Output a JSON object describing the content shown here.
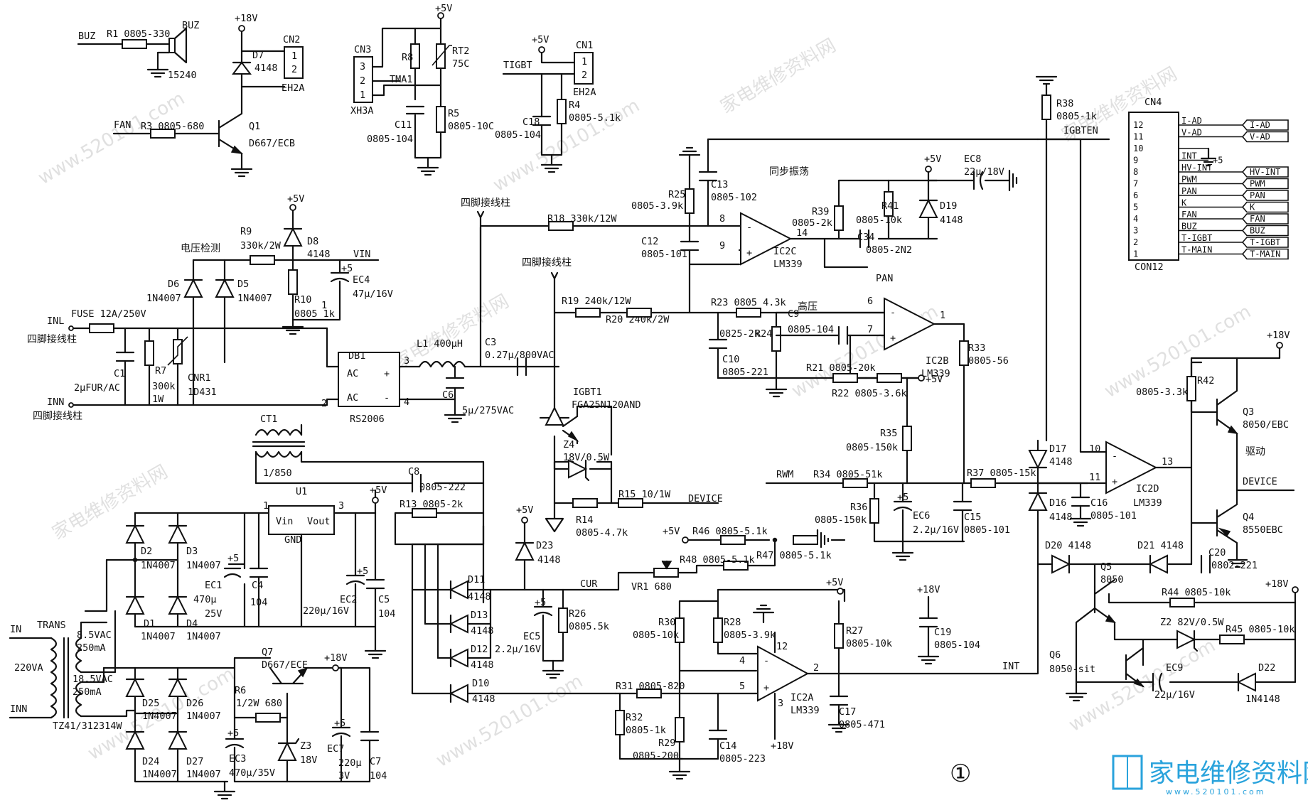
{
  "figure_number": "①",
  "watermarks": [
    "家电维修资料网",
    "www.520101.com"
  ],
  "logo": {
    "text": "家电维修资料网",
    "sub": "www.520101.com",
    "colors": {
      "accent": "#2aa3dc"
    }
  },
  "nets": {
    "buz": "BUZ",
    "fan": "FAN",
    "tigbt": "TIGBT",
    "tma1": "TMA1",
    "vin": "VIN",
    "cur": "CUR",
    "device": "DEVICE",
    "igbten": "IGBTEN",
    "pan": "PAN",
    "rwm": "RWM",
    "int": "INT",
    "inl": "INL",
    "inn": "INN",
    "in": "IN",
    "inn2": "INN",
    "ac220": "220VA",
    "drive": "驱动",
    "sync": "同步振荡",
    "hv": "高压",
    "v_detect": "电压检测",
    "four_pin": "四脚接线柱"
  },
  "rails": {
    "p18": "+18V",
    "p5": "+5V",
    "p5b": "+5"
  },
  "parts": {
    "r1": "R1  0805-330",
    "buzzer": "BUZ",
    "buz_part": "15240",
    "r3": "R3  0805-680",
    "q1": "Q1",
    "q1v": "D667/ECB",
    "d7": "D7",
    "d7v": "4148",
    "cn2": "CN2",
    "cn2v": "EH2A",
    "cn3": "CN3",
    "cn3v": "XH3A",
    "r8": "R8",
    "rt2": "RT2",
    "rt2v": "75C",
    "c11": "C11",
    "c11v": "0805-104",
    "r5": "R5",
    "r5v": "0805-10C",
    "cn1": "CN1",
    "cn1v": "EH2A",
    "c18": "C18",
    "c18v": "0805-104",
    "r4": "R4",
    "r4v": "0805-5.1k",
    "r9": "R9",
    "r9v": "330k/2W",
    "d8": "D8",
    "d8v": "4148",
    "r10": "R10",
    "r10v": "0805 1k",
    "ec4": "EC4",
    "ec4v": "47μ/16V",
    "d6": "D6",
    "d6v": "1N4007",
    "d5": "D5",
    "d5v": "1N4007",
    "fuse": "FUSE 12A/250V",
    "c1": "C1",
    "c1v": "2μFUR/AC",
    "r7": "R7",
    "r7v": "300k",
    "r7w": "1W",
    "cnr1": "CNR1",
    "cnr1v": "1D431",
    "db1": "DB1",
    "db1v": "RS2006",
    "db_ac": "AC",
    "db_plus": "+",
    "db_minus": "-",
    "l1": "L1  400μH",
    "c3": "C3",
    "c3v": "0.27μ/800VAC",
    "c6": "C6",
    "c6v": "5μ/275VAC",
    "ct1": "CT1",
    "ct1v": "1/850",
    "c8": "C8",
    "c8v": "0805-222",
    "r13": "R13  0805-2k",
    "u1": "U1",
    "u1vin": "Vin",
    "u1vout": "Vout",
    "u1gnd": "GND",
    "d2": "D2",
    "d2v": "1N4007",
    "d3": "D3",
    "d3v": "1N4007",
    "d1": "D1",
    "d1v": "1N4007",
    "d4": "D4",
    "d4v": "1N4007",
    "ec1": "EC1",
    "ec1v": "470μ",
    "ec1w": "25V",
    "c4": "C4",
    "c4v": "104",
    "ec2": "EC2",
    "ec2v": "220μ/16V",
    "c5": "C5",
    "c5v": "104",
    "trans": "TRANS",
    "t1": "8.5VAC",
    "t1i": "250mA",
    "t2": "18.5VAC",
    "t2i": "250mA",
    "tpart": "TZ41/312314W",
    "d25": "D25",
    "d25v": "1N4007",
    "d26": "D26",
    "d26v": "1N4007",
    "d24": "D24",
    "d24v": "1N4007",
    "d27": "D27",
    "d27v": "1N4007",
    "q7": "Q7",
    "q7v": "D667/ECE",
    "r6": "R6",
    "r6v": "1/2W 680",
    "ec3": "EC3",
    "ec3v": "470μ/35V",
    "z3": "Z3",
    "z3v": "18V",
    "ec7": "EC7",
    "ec7v": "220μ",
    "ec7w": "3V",
    "c7": "C7",
    "c7v": "104",
    "r18": "R18  330k/12W",
    "r19": "R19  240k/12W",
    "r20": "R20  240k/2W",
    "r25": "R25",
    "r25v": "0805-3.9k",
    "c13": "C13",
    "c13v": "0805-102",
    "c12": "C12",
    "c12v": "0805-101",
    "ic2c": "IC2C",
    "ic2cv": "LM339",
    "r39": "R39",
    "r39v": "0805-2k",
    "r41": "R41",
    "r41v": "0805-10k",
    "d19": "D19",
    "d19v": "4148",
    "ec8": "EC8",
    "ec8v": "22μ/18V",
    "c34": "C34",
    "c34v": "0805-2N2",
    "r38": "R38",
    "r38v": "0805-1k",
    "igbt1": "IGBT1",
    "igbt1v": "FGA25N120AND",
    "z4": "Z4",
    "z4v": "18V/0.5W",
    "r14": "R14",
    "r14v": "0805-4.7k",
    "r15": "R15  10/1W",
    "r23": "R23  0805  4.3k",
    "r24": "R24",
    "c10": "C10",
    "c10v": "0825-2k",
    "c10w": "0805-221",
    "c9": "C9",
    "c9v": "0805-104",
    "ic2b": "IC2B",
    "ic2bv": "LM339",
    "r33": "R33",
    "r33v": "0805-56",
    "r21": "R21  0805-20k",
    "r22": "R22  0805-3.6k",
    "r35": "R35",
    "r35v": "0805-150k",
    "r34": "R34  0805-51k",
    "r36": "R36",
    "r36v": "0805-150k",
    "ec6": "EC6",
    "ec6v": "2.2μ/16V",
    "r37": "R37  0805-15k",
    "c15": "C15",
    "c15v": "0805-101",
    "d17": "D17",
    "d17v": "4148",
    "d16": "D16",
    "d16v": "4148",
    "c16": "C16",
    "c16v": "0805-101",
    "ic2d": "IC2D",
    "ic2dv": "LM339",
    "r42": "R42",
    "r42v": "0805-3.3k",
    "q3": "Q3",
    "q3v": "8050/EBC",
    "q4": "Q4",
    "q4v": "8550EBC",
    "d20": "D20  4148",
    "d21": "D21  4148",
    "c20": "C20",
    "c20v": "0802-221",
    "q5": "Q5",
    "q5v": "8050",
    "q6": "Q6",
    "q6v": "8050-sit",
    "r44": "R44  0805-10k",
    "z2": "Z2  82V/0.5W",
    "r45": "R45  0805-10k",
    "ec9": "EC9",
    "ec9v": "22μ/16V",
    "d22": "D22",
    "d22v": "1N4148",
    "d23": "D23",
    "d23v": "4148",
    "d11": "D11",
    "d11v": "4148",
    "d13": "D13",
    "d13v": "4148",
    "d12": "D12",
    "d12v": "4148",
    "d10": "D10",
    "d10v": "4148",
    "ec5": "EC5",
    "ec5v": "2.2μ/16V",
    "r26": "R26",
    "r26v": "0805.5k",
    "r46": "R46  0805-5.1k",
    "r47": "R47  0805-5.1k",
    "r48": "R48  0805-5.1k",
    "vr1": "VR1  680",
    "r31": "R31  0805-820",
    "r32": "R32",
    "r32v": "0805-1k",
    "r29": "R29",
    "r29v": "0805-200",
    "r30": "R30",
    "r30v": "0805-10k",
    "r28": "R28",
    "r28v": "0805-3.9k",
    "c14": "C14",
    "c14v": "0805-223",
    "ic2a": "IC2A",
    "ic2av": "LM339",
    "r27": "R27",
    "r27v": "0805-10k",
    "c17": "C17",
    "c17v": "0805-471",
    "c19": "C19",
    "c19v": "0805-104",
    "cn4": "CN4",
    "cn4v": "CON12"
  },
  "cn4_pins": [
    {
      "pin": "12",
      "label": "I-AD",
      "tag": "I-AD"
    },
    {
      "pin": "11",
      "label": "V-AD",
      "tag": "V-AD"
    },
    {
      "pin": "10",
      "label": "",
      "tag": ""
    },
    {
      "pin": "9",
      "label": "INT",
      "tag": ""
    },
    {
      "pin": "8",
      "label": "HV-INT",
      "tag": "HV-INT"
    },
    {
      "pin": "7",
      "label": "PWM",
      "tag": "PWM"
    },
    {
      "pin": "6",
      "label": "PAN",
      "tag": "PAN"
    },
    {
      "pin": "5",
      "label": "K",
      "tag": "K"
    },
    {
      "pin": "4",
      "label": "FAN",
      "tag": "FAN"
    },
    {
      "pin": "3",
      "label": "BUZ",
      "tag": "BUZ"
    },
    {
      "pin": "2",
      "label": "T-IGBT",
      "tag": "T-IGBT"
    },
    {
      "pin": "1",
      "label": "T-MAIN",
      "tag": "T-MAIN"
    }
  ],
  "pins": {
    "p1": "1",
    "p2": "2",
    "p3": "3",
    "p4": "4",
    "p5": "5",
    "p6": "6",
    "p7": "7",
    "p8": "8",
    "p9": "9",
    "p10": "10",
    "p11": "11",
    "p12": "12",
    "p13": "13",
    "p14": "14"
  }
}
